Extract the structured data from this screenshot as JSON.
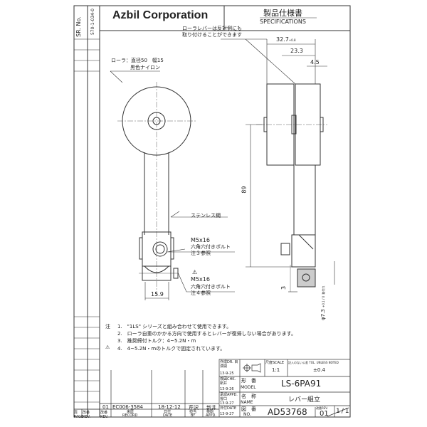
{
  "header": {
    "sr_label": "SR. No.",
    "sr_value": "570-1-034-0",
    "company": "Azbil Corporation",
    "title_jp": "製品仕様書",
    "title_en": "SPECIFICATIONS"
  },
  "annotations": {
    "roller_spec_1": "ローラ：直径50　幅15",
    "roller_spec_2": "黒色ナイロン",
    "reversible_1": "ローラレバーは反対側にも",
    "reversible_2": "取り付けることができます",
    "material": "ステンレス鋼",
    "bolt1_size": "M5x16",
    "bolt1_type": "六角穴付きボルト",
    "bolt1_note": "注３参照",
    "bolt2_size": "M5x16",
    "bolt2_type": "六角穴付きボルト",
    "bolt2_note": "注４参照",
    "warning_symbol": "⚠"
  },
  "dimensions": {
    "d1": "32.7",
    "d1_tol": "+0.8",
    "d2": "23.3",
    "d3": "4.5",
    "d4": "89",
    "d5": "15.9",
    "d6": "3",
    "d7": "φ7.3",
    "d7_tol": "+0.1 / 0",
    "d7_note": "取付穴"
  },
  "notes": {
    "label": "注",
    "items": [
      "1.　\"1LS\" シリーズと組み合わせて使用できます。",
      "2.　ローラ自重のかかる方向で使用するとレバーが復帰しない場合があります。",
      "3.　推奨締付トルク：4~5.2N・m",
      "4.　4~5.2N・mのトルクで固定されています。"
    ]
  },
  "revision": {
    "rev": "01",
    "record": "EC006-3584",
    "date": "18-12-12",
    "by": "芹沢",
    "appd": "新井",
    "h_rev": "改番 REV.",
    "h_record_jp": "来歴",
    "h_record_en": "RECORD",
    "h_date_jp": "日付",
    "h_date_en": "DATE",
    "h_by_jp": "担当",
    "h_by_en": "BY",
    "h_appd_jp": "検閲",
    "h_appd_en": "APPD.",
    "h_page": "頁 PAGE",
    "h_rev2": "改番 REV."
  },
  "title_block": {
    "dr_label": "作成DR. 目漆開",
    "dr_date": "13-9-25",
    "chk_label": "検図CHK. 新井",
    "chk_date": "13-9-26",
    "appd_label": "承認APPD. 曽口",
    "appd_date": "13-9-27",
    "date_label": "日付DATE",
    "date_value": "13-9-27",
    "scale_label": "尺度SCALE",
    "scale_value": "1:1",
    "tol_label": "記入のない公差 TOL. UNLESS NOTED",
    "tol_value": "±0.4",
    "model_label_jp": "形　番",
    "model_label_en": "MODEL",
    "model_value": "LS-6PA91",
    "name_label_jp": "名　称",
    "name_label_en": "NAME",
    "name_value": "レバー組立",
    "no_label_jp": "図　番",
    "no_label_en": "NO.",
    "no_value": "AD53768",
    "rev_label": "改番REV.",
    "rev_value": "01",
    "sheet": "1/1"
  }
}
